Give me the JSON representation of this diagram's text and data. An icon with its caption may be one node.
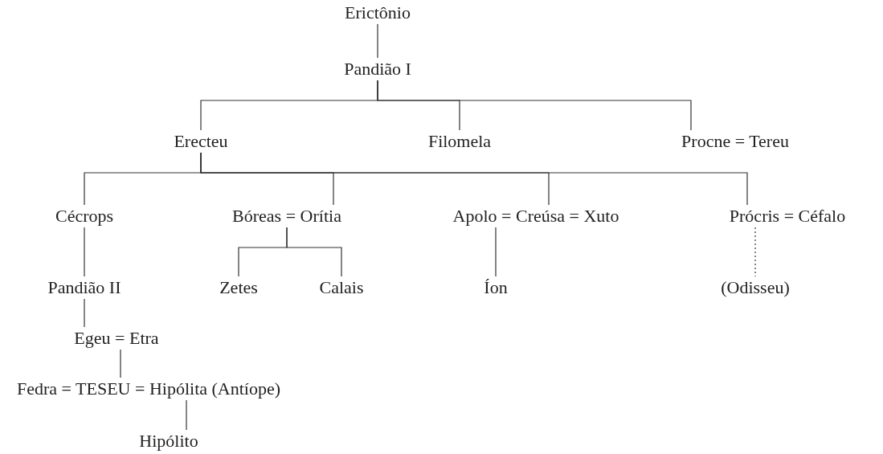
{
  "diagram": {
    "nodes": [
      {
        "text": [
          "Erictônio"
        ]
      },
      {
        "text": [
          "Pandião I"
        ]
      },
      {
        "text": [
          "Erecteu"
        ]
      },
      {
        "text": [
          "Filomela"
        ]
      },
      {
        "text": [
          "Procne = Tereu"
        ]
      },
      {
        "text": [
          "Cécrops"
        ]
      },
      {
        "text": [
          "Bóreas = Orítia"
        ]
      },
      {
        "text": [
          "Apolo = Creúsa = Xuto"
        ]
      },
      {
        "text": [
          "Prócris = Céfalo"
        ]
      },
      {
        "text": [
          "Pandião II"
        ]
      },
      {
        "text": [
          "Zetes"
        ]
      },
      {
        "text": [
          "Calais"
        ]
      },
      {
        "text": [
          "Íon"
        ]
      },
      {
        "text": [
          "(Odisseu)"
        ]
      },
      {
        "text": [
          "Egeu = Etra"
        ]
      },
      {
        "text": [
          "Fedra = TESEU = Hipólita (Antíope)"
        ]
      },
      {
        "text": [
          "Hipólito"
        ]
      }
    ],
    "edges": [
      {
        "from": 0,
        "to": 1,
        "arrow": "none"
      },
      {
        "from": 1,
        "to": 2,
        "arrow": "none"
      },
      {
        "from": 1,
        "to": 3,
        "arrow": "none"
      },
      {
        "from": 1,
        "to": 4,
        "arrow": "none"
      },
      {
        "from": 2,
        "to": 5,
        "arrow": "none"
      },
      {
        "from": 2,
        "to": 6,
        "arrow": "none"
      },
      {
        "from": 2,
        "to": 7,
        "arrow": "none"
      },
      {
        "from": 2,
        "to": 8,
        "arrow": "none"
      },
      {
        "from": 5,
        "to": 9,
        "arrow": "none"
      },
      {
        "from": 6,
        "to": 10,
        "arrow": "none"
      },
      {
        "from": 6,
        "to": 11,
        "arrow": "none"
      },
      {
        "from": 7,
        "to": 12,
        "arrow": "none"
      },
      {
        "from": 8,
        "to": 13,
        "arrow": "none",
        "style": "dashed"
      },
      {
        "from": 9,
        "to": 14,
        "arrow": "none"
      },
      {
        "from": 14,
        "to": 15,
        "arrow": "none"
      },
      {
        "from": 15,
        "to": 16,
        "arrow": "none"
      }
    ]
  }
}
